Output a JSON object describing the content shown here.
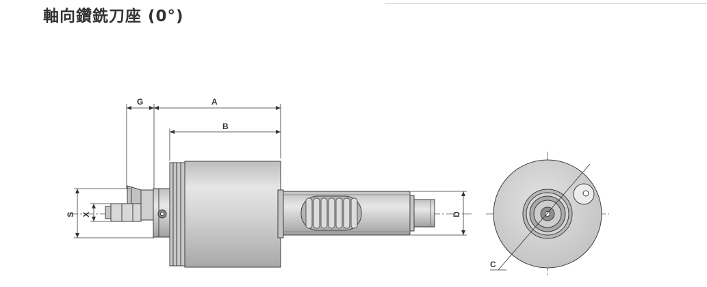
{
  "title": "軸向鑽銑刀座 (0°)",
  "labels": {
    "g": "G",
    "a": "A",
    "b": "B",
    "s": "S",
    "x": "X",
    "d": "D",
    "c": "C"
  },
  "colors": {
    "line": "#3c3c3c",
    "body_fill": "#d2d2d2",
    "body_light": "#e4e4e4",
    "body_dark": "#9c9c9c",
    "rule": "#cfcfcf"
  }
}
